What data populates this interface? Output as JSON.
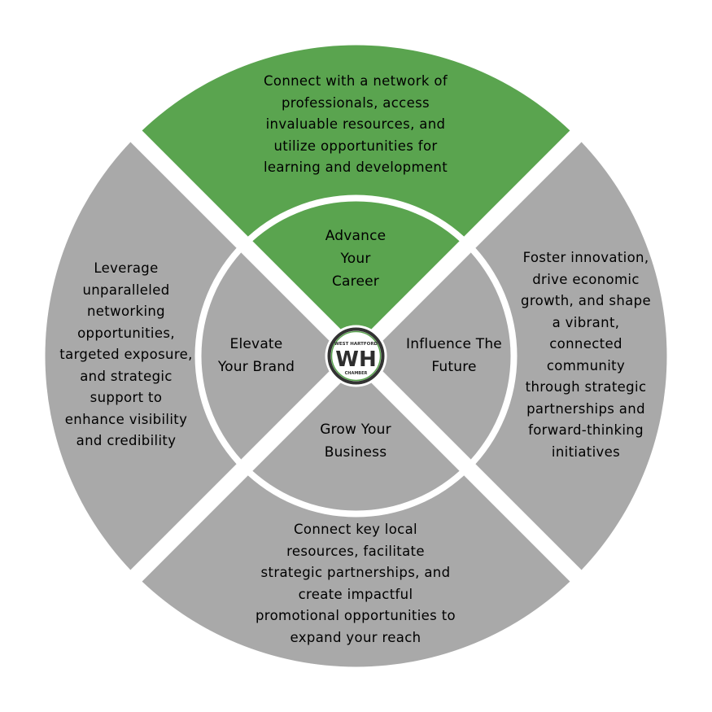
{
  "diagram": {
    "colors": {
      "green": "#5aa44f",
      "gray": "#a9a9a9",
      "divider": "#ffffff",
      "logo_dark": "#333333",
      "logo_green": "#5aa44f"
    },
    "outer_ring": {
      "top": "Connect with a network of\nprofessionals, access\ninvaluable resources, and\nutilize opportunities for\nlearning and development",
      "left": "Leverage\nunparalleled\nnetworking\nopportunities,\ntargeted exposure,\nand strategic\nsupport to\nenhance visibility\nand credibility",
      "right": "Foster innovation,\ndrive economic\ngrowth, and shape\na vibrant,\nconnected\ncommunity\nthrough strategic\npartnerships and\nforward-thinking\ninitiatives",
      "bottom": "Connect key local\nresources, facilitate\nstrategic partnerships, and\ncreate impactful\npromotional opportunities to\nexpand your reach"
    },
    "inner_ring": {
      "top": "Advance\nYour\nCareer",
      "left": "Elevate\nYour Brand",
      "right": "Influence The\nFuture",
      "bottom": "Grow Your\nBusiness"
    },
    "logo": {
      "top_text": "WEST HARTFORD",
      "bottom_text": "CHAMBER"
    }
  }
}
